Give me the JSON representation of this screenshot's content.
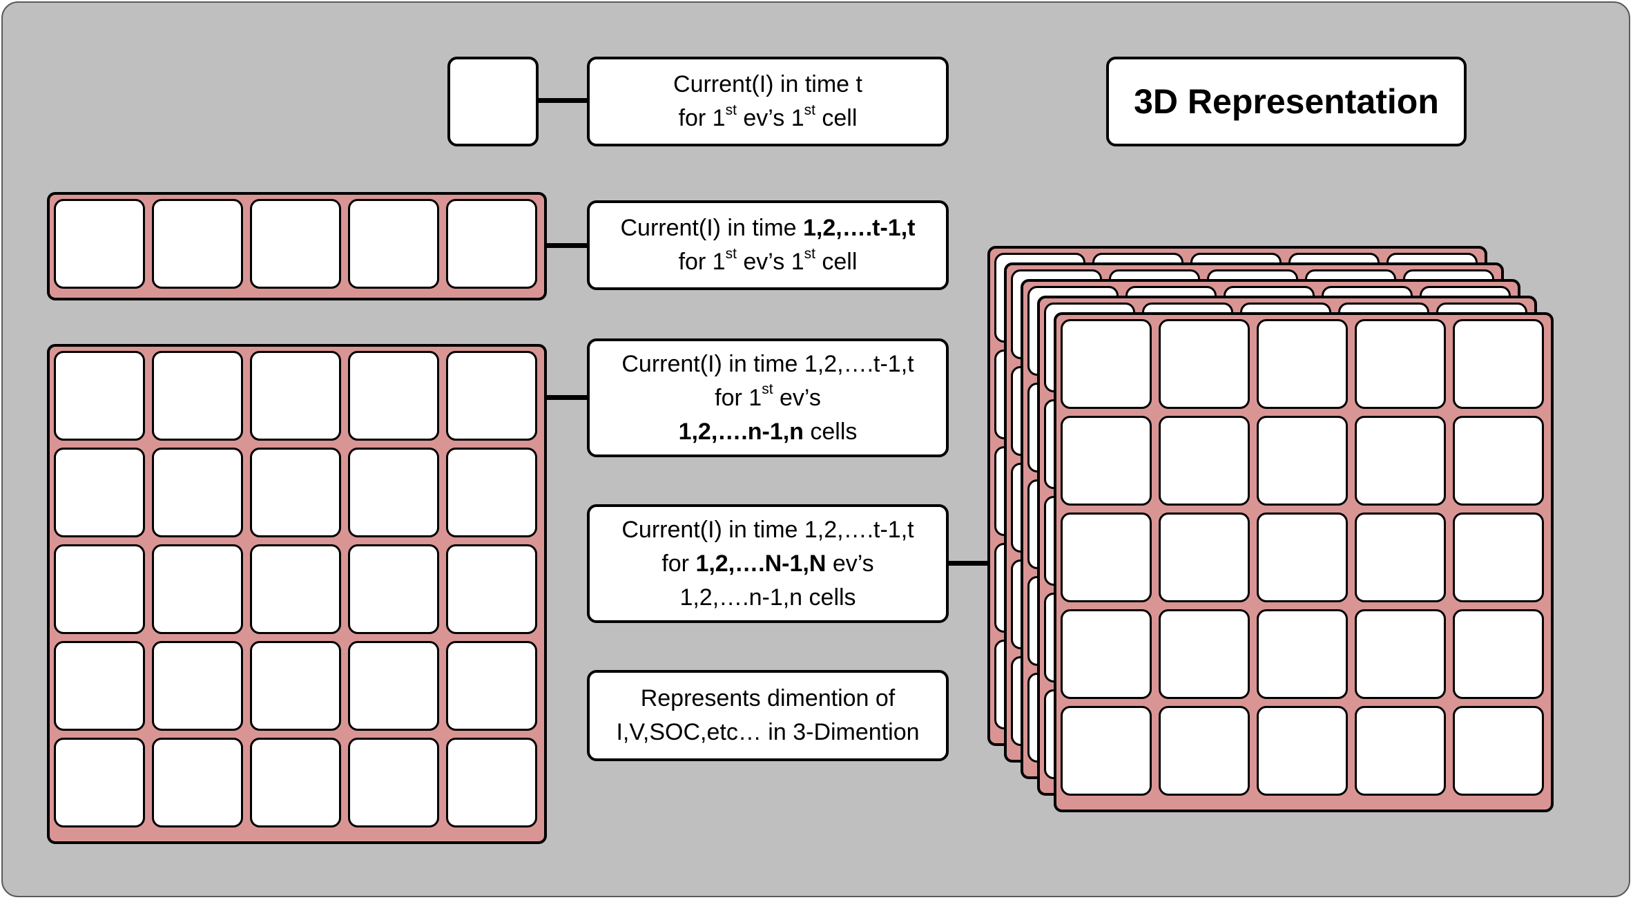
{
  "title": "3D Representation",
  "labels": {
    "single": {
      "l1": "Current(I) in time t",
      "l2_pre": "for 1",
      "l2_sup1": "st",
      "l2_mid": " ev’s 1",
      "l2_sup2": "st",
      "l2_post": " cell"
    },
    "row": {
      "l1_pre": "Current(I) in time ",
      "l1_bold": "1,2,….t-1,t",
      "l2_pre": "for 1",
      "l2_sup1": "st",
      "l2_mid": " ev’s 1",
      "l2_sup2": "st",
      "l2_post": " cell"
    },
    "matrix": {
      "l1": "Current(I) in time 1,2,….t-1,t",
      "l2_pre": "for 1",
      "l2_sup": "st",
      "l2_post": " ev’s",
      "l3_bold": "1,2,….n-1,n",
      "l3_post": " cells"
    },
    "cube": {
      "l1": "Current(I) in time 1,2,….t-1,t",
      "l2_pre": "for ",
      "l2_bold": "1,2,….N-1,N",
      "l2_post": " ev’s",
      "l3": "1,2,….n-1,n cells"
    },
    "dims": {
      "l1": "Represents dimention of",
      "l2": "I,V,SOC,etc… in 3-Dimention"
    }
  },
  "colors": {
    "background": "#bfbfbf",
    "grid_fill": "#d99594",
    "cell_fill": "#ffffff",
    "outline": "#000000"
  },
  "structure": {
    "row_cells": 5,
    "matrix_rows": 5,
    "matrix_cols": 5,
    "cube_layers": 5
  }
}
